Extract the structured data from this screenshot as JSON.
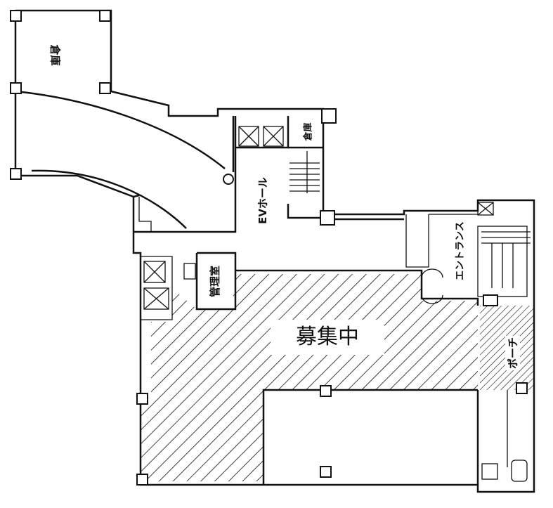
{
  "rooms": {
    "storage_large": "倉庫",
    "storage_small": "倉庫",
    "ev_hall": "EVホール",
    "entrance": "エントランス",
    "management_room": "管理室",
    "vacancy": "募集中",
    "porch": "ポーチ"
  },
  "colors": {
    "line": "#111111",
    "background": "#ffffff"
  }
}
